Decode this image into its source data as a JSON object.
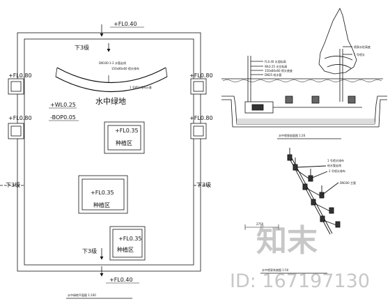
{
  "plan": {
    "level_top": "+FL0.40",
    "level_bottom": "+FL0.40",
    "step_top": "下3级",
    "step_left": "下3级",
    "step_right": "下3级",
    "step_bottom": "下3级",
    "pier_labels": [
      "+FL0.80",
      "+FL0.80",
      "+FL0.80",
      "+FL0.80"
    ],
    "zone_title": "水中绿地",
    "wl": "+WL0.25",
    "bop": "-BOP0.05",
    "planter_level": "+FL0.35",
    "planter_name": "种植区",
    "pipe_note_1": "DN100-1-2 水管走线",
    "pipe_note_2": "150x80x60 喷头排布",
    "pipe_note_3": "1 号喷头排布示意",
    "caption": "水中绿地平面图  1:100"
  },
  "section": {
    "note_lines": [
      "FL0.40 水面标高",
      "WL0.25 水位标高",
      "150x80x60 喷头底座",
      "DN25 给水管"
    ],
    "right_notes": [
      "喷泉水柱高度",
      "1 号喷头"
    ],
    "caption": "水中喷泉剖面图  1:20"
  },
  "iso": {
    "notes": [
      "1 号喷头排布",
      "给水管走线",
      "2 号喷头排布",
      "DN100 主管"
    ],
    "dim": "2750",
    "caption": "水中喷泉系统图  1:50"
  },
  "watermark": {
    "logo_text": "知末",
    "id_text": "ID: 167197130"
  }
}
